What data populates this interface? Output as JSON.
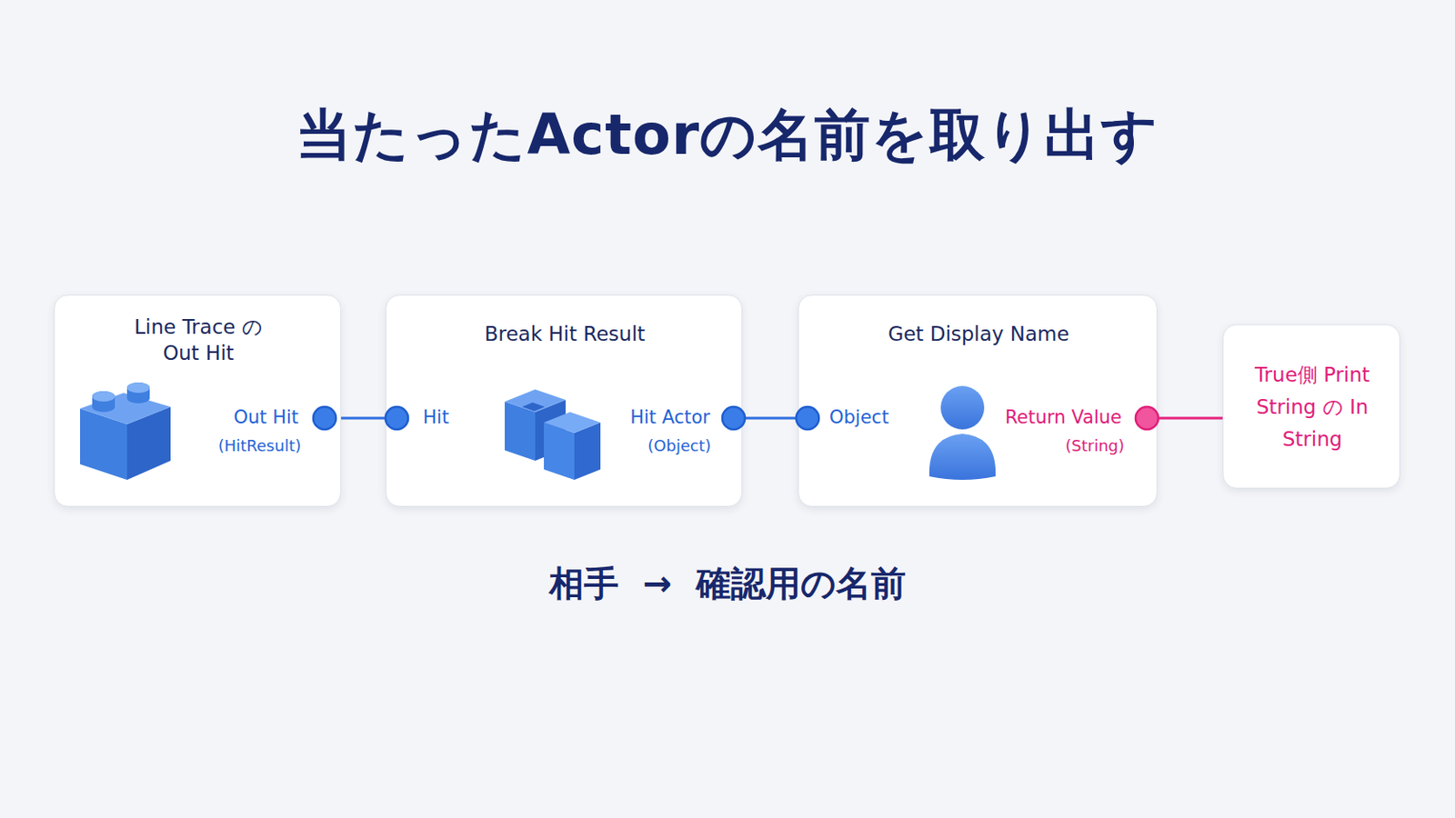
{
  "diagram": {
    "title": "当たったActorの名前を取り出す",
    "caption": "相手 → 確認用の名前",
    "nodes": [
      {
        "text": [
          "Line Trace の Out Hit",
          "Out Hit",
          "(HitResult)"
        ]
      },
      {
        "text": [
          "Break Hit Result",
          "Hit",
          "Hit Actor",
          "(Object)"
        ]
      },
      {
        "text": [
          "Get Display Name",
          "Object",
          "Return Value",
          "(String)"
        ]
      },
      {
        "text": [
          "True側 Print String の In String"
        ]
      }
    ],
    "edges": [
      {
        "from": 0,
        "to": 1,
        "arrow": "none"
      },
      {
        "from": 1,
        "to": 2,
        "arrow": "none"
      },
      {
        "from": 2,
        "to": 3,
        "arrow": "none"
      }
    ]
  }
}
